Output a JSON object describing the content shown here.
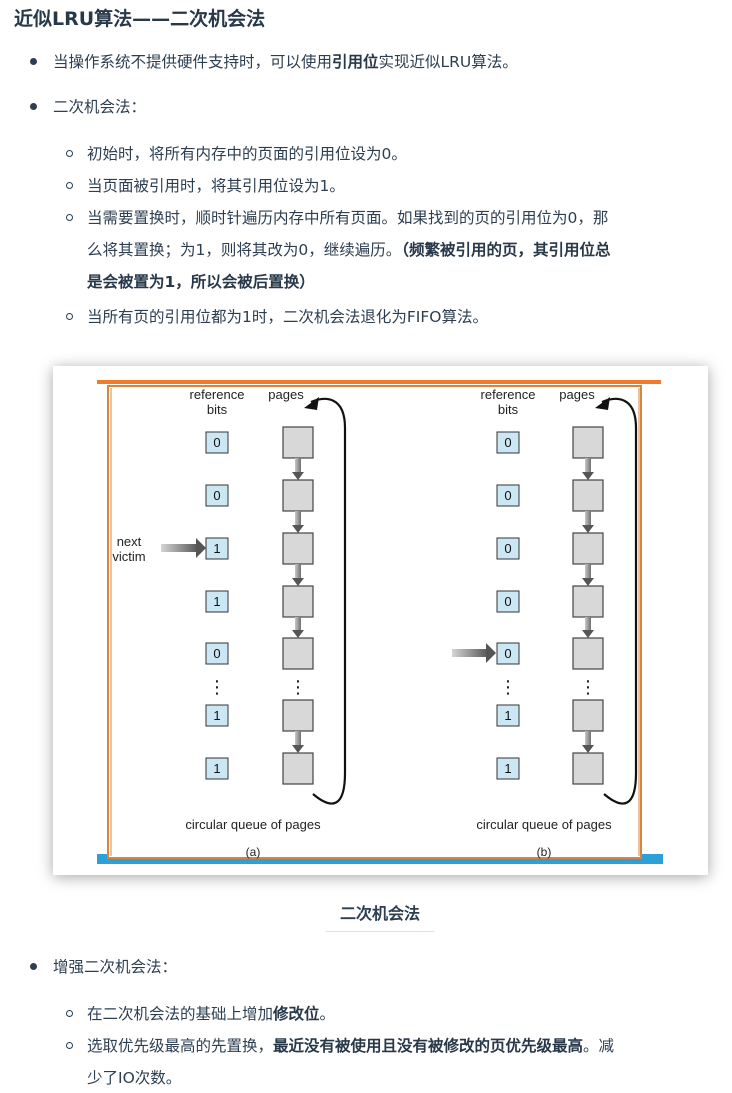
{
  "heading": "近似LRU算法——二次机会法",
  "item1": {
    "pre": "当操作系统不提供硬件支持时，可以使用",
    "bold": "引用位",
    "post": "实现近似LRU算法。"
  },
  "item2": {
    "label": "二次机会法：",
    "sub1": "初始时，将所有内存中的页面的引用位设为0。",
    "sub2": "当页面被引用时，将其引用位设为1。",
    "sub3_line1": "当需要置换时，顺时针遍历内存中所有页面。如果找到的页的引用位为0，那",
    "sub3_line2_plain": "么将其置换；为1，则将其改为0，继续遍历。",
    "sub3_line2_bold": "（频繁被引用的页，其引用位总",
    "sub3_line3_bold": "是会被置为1，所以会被后置换）",
    "sub4": "当所有页的引用位都为1时，二次机会法退化为FIFO算法。"
  },
  "figure": {
    "col_ref_line1": "reference",
    "col_ref_line2": "bits",
    "col_pages": "pages",
    "next_line1": "next",
    "next_line2": "victim",
    "queue_caption": "circular queue of pages",
    "label_a": "(a)",
    "label_b": "(b)",
    "bits_a": [
      "0",
      "0",
      "1",
      "1",
      "0",
      "1",
      "1"
    ],
    "bits_b": [
      "0",
      "0",
      "0",
      "0",
      "0",
      "1",
      "1"
    ],
    "ellipsis": "⋮"
  },
  "caption": "二次机会法",
  "item3": {
    "label": "增强二次机会法：",
    "sub1_pre": "在二次机会法的基础上增加",
    "sub1_bold": "修改位",
    "sub1_post": "。",
    "sub2_pre": "选取优先级最高的先置换，",
    "sub2_bold": "最近没有被使用且没有被修改的页优先级最高",
    "sub2_post": "。减",
    "sub2_line2": "少了IO次数。"
  }
}
